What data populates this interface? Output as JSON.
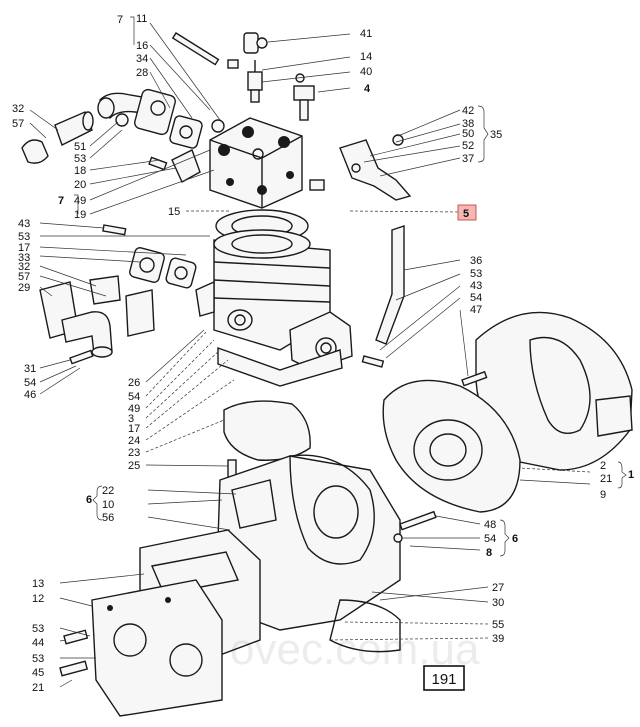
{
  "page_number": "191",
  "highlighted_label": "5",
  "watermark": "ovec.com.ua",
  "labels": [
    "7",
    "11",
    "16",
    "34",
    "28",
    "32",
    "57",
    "51",
    "53",
    "18",
    "20",
    "7",
    "49",
    "19",
    "15",
    "41",
    "14",
    "40",
    "4",
    "42",
    "38",
    "50",
    "35",
    "52",
    "37",
    "5",
    "43",
    "53",
    "17",
    "33",
    "32",
    "57",
    "29",
    "31",
    "54",
    "46",
    "36",
    "53",
    "43",
    "54",
    "47",
    "26",
    "54",
    "49",
    "3",
    "17",
    "24",
    "23",
    "25",
    "2",
    "21",
    "1",
    "9",
    "6",
    "22",
    "10",
    "56",
    "48",
    "54",
    "6",
    "8",
    "13",
    "12",
    "53",
    "44",
    "53",
    "45",
    "21",
    "27",
    "30",
    "55",
    "39"
  ]
}
